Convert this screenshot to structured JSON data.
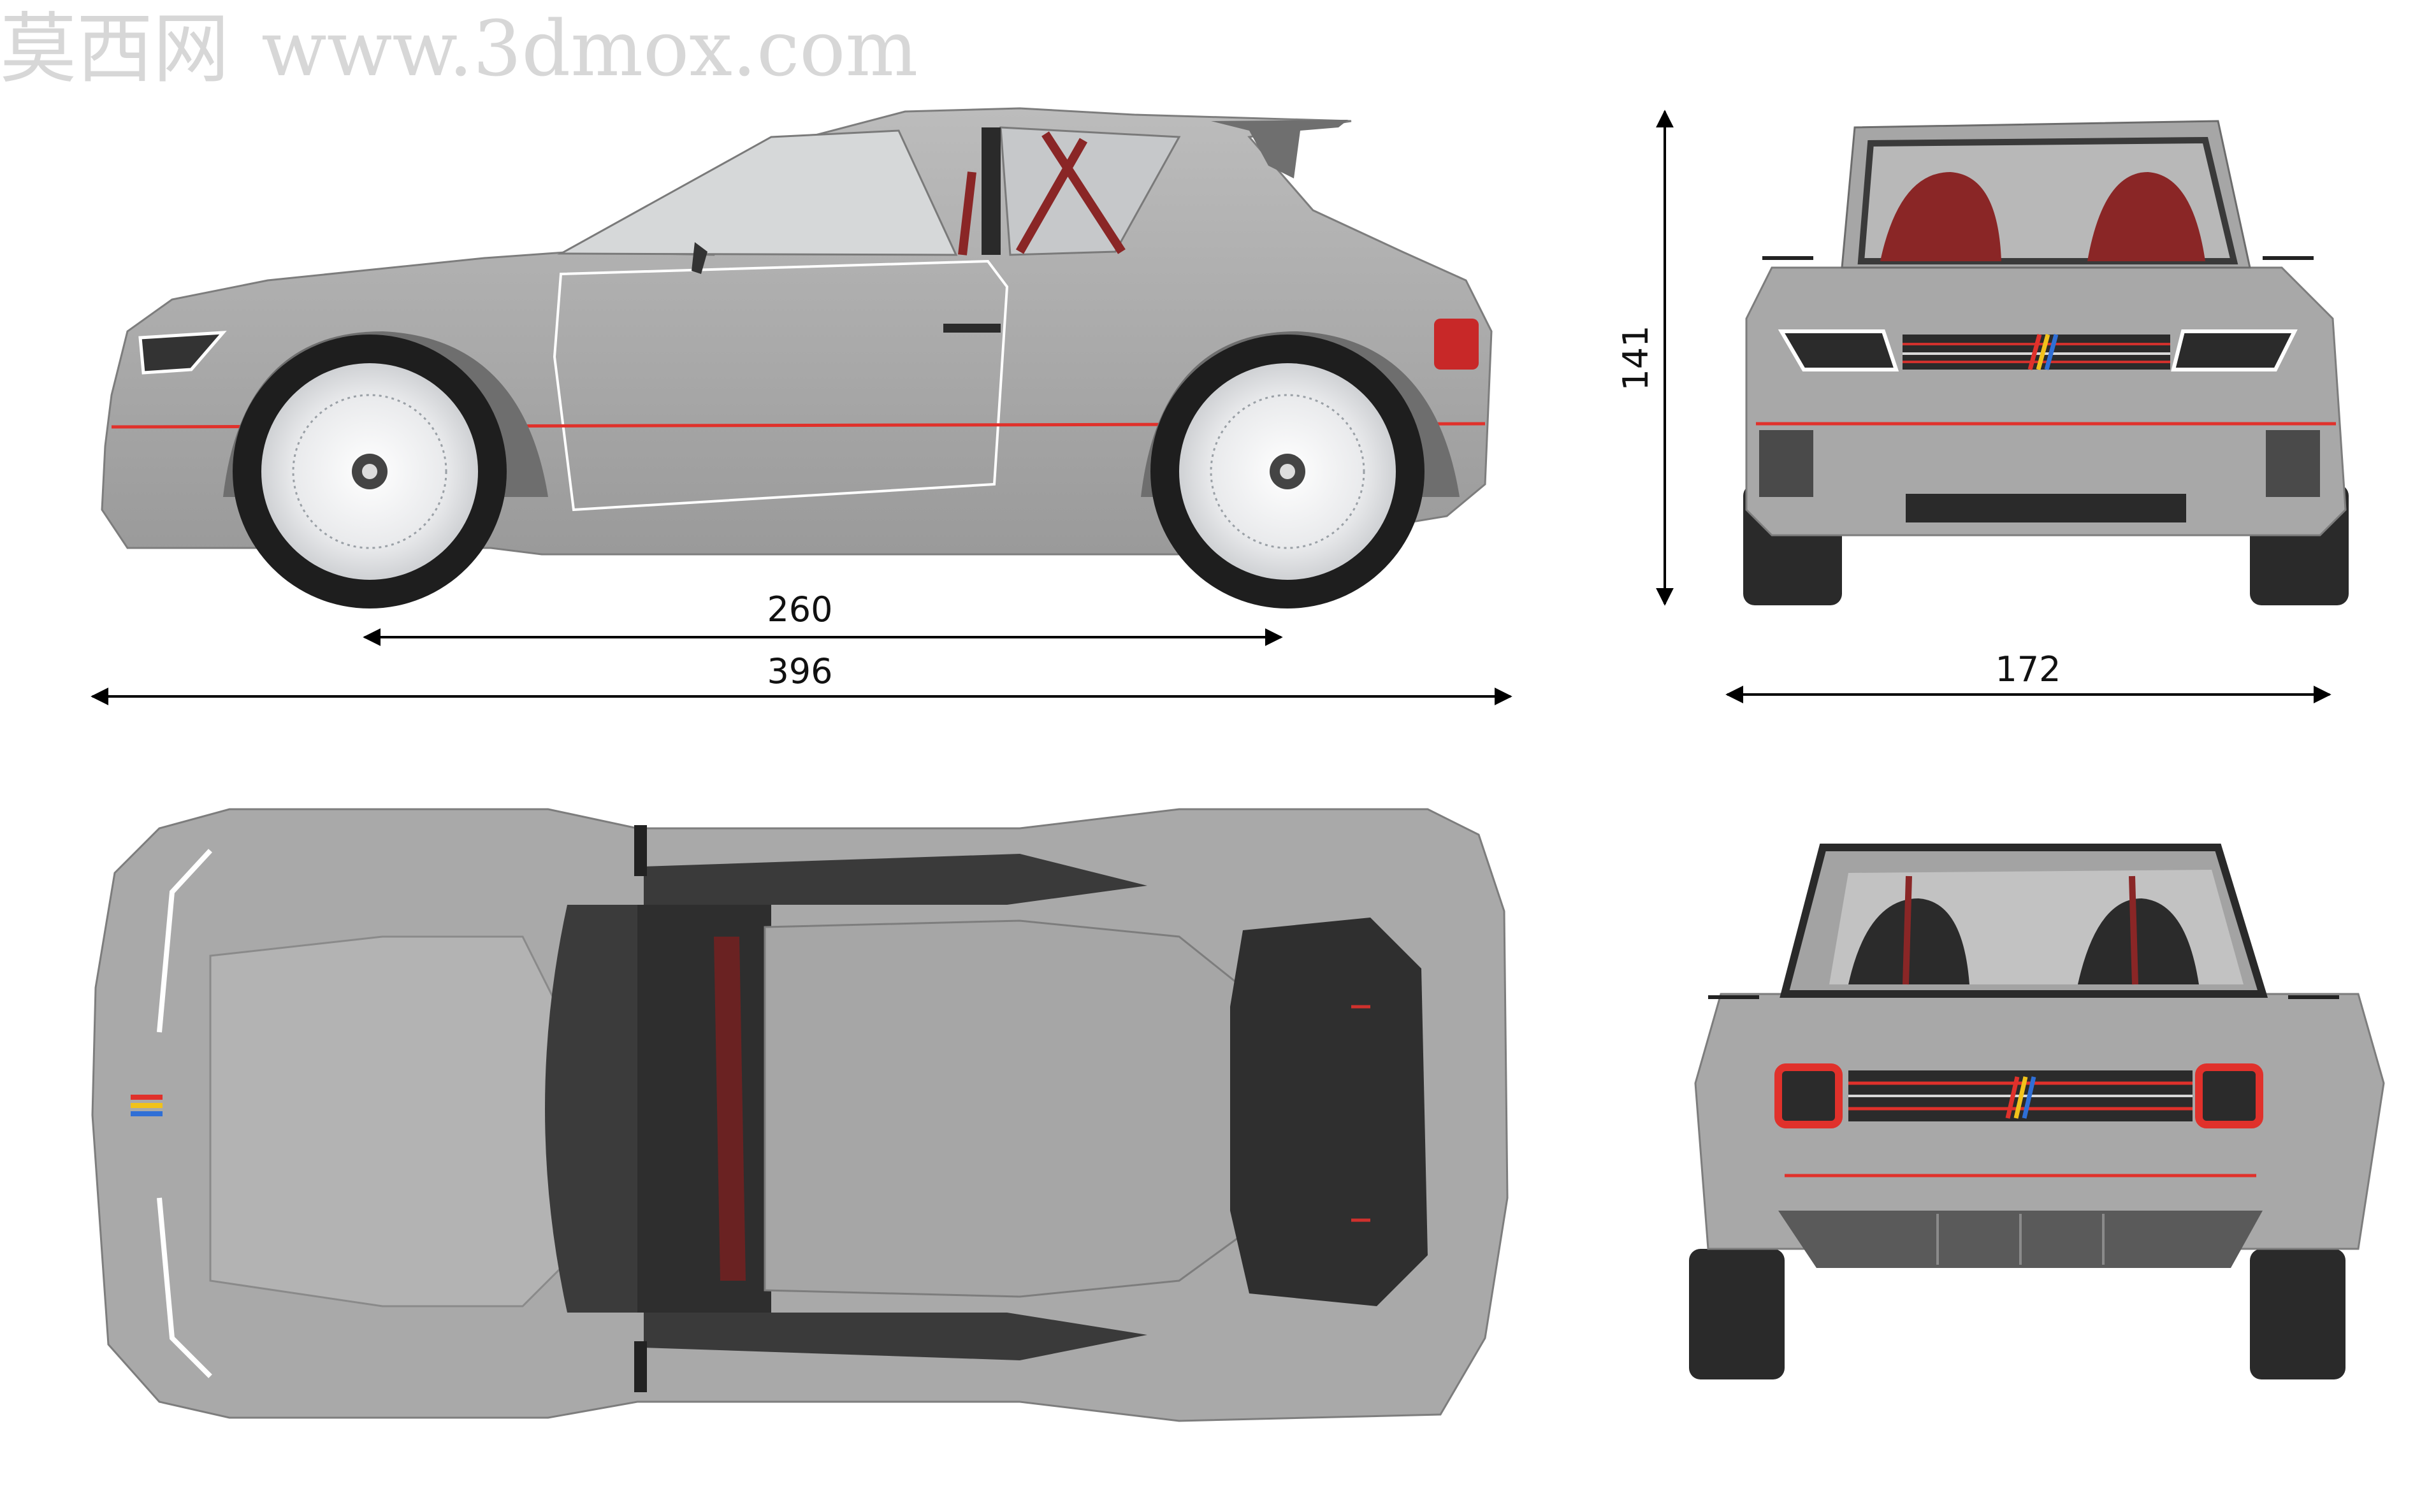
{
  "watermark": {
    "cjk": "莫西网",
    "url": "www.3dmox.com"
  },
  "dimensions": {
    "wheelbase": "260",
    "length": "396",
    "height": "141",
    "width": "172"
  },
  "colors": {
    "body": "#a9a9a9",
    "body_dark": "#8f8f8f",
    "body_light": "#bdbdbd",
    "glass": "#9fa3a6",
    "interior_red": "#8a2626",
    "accent_red": "#d0312d",
    "tire": "#1e1e1e",
    "rim": "#f2f2f2",
    "stripe_red": "#e0312b",
    "stripe_yellow": "#f1c21b",
    "stripe_blue": "#2f6fd6"
  }
}
